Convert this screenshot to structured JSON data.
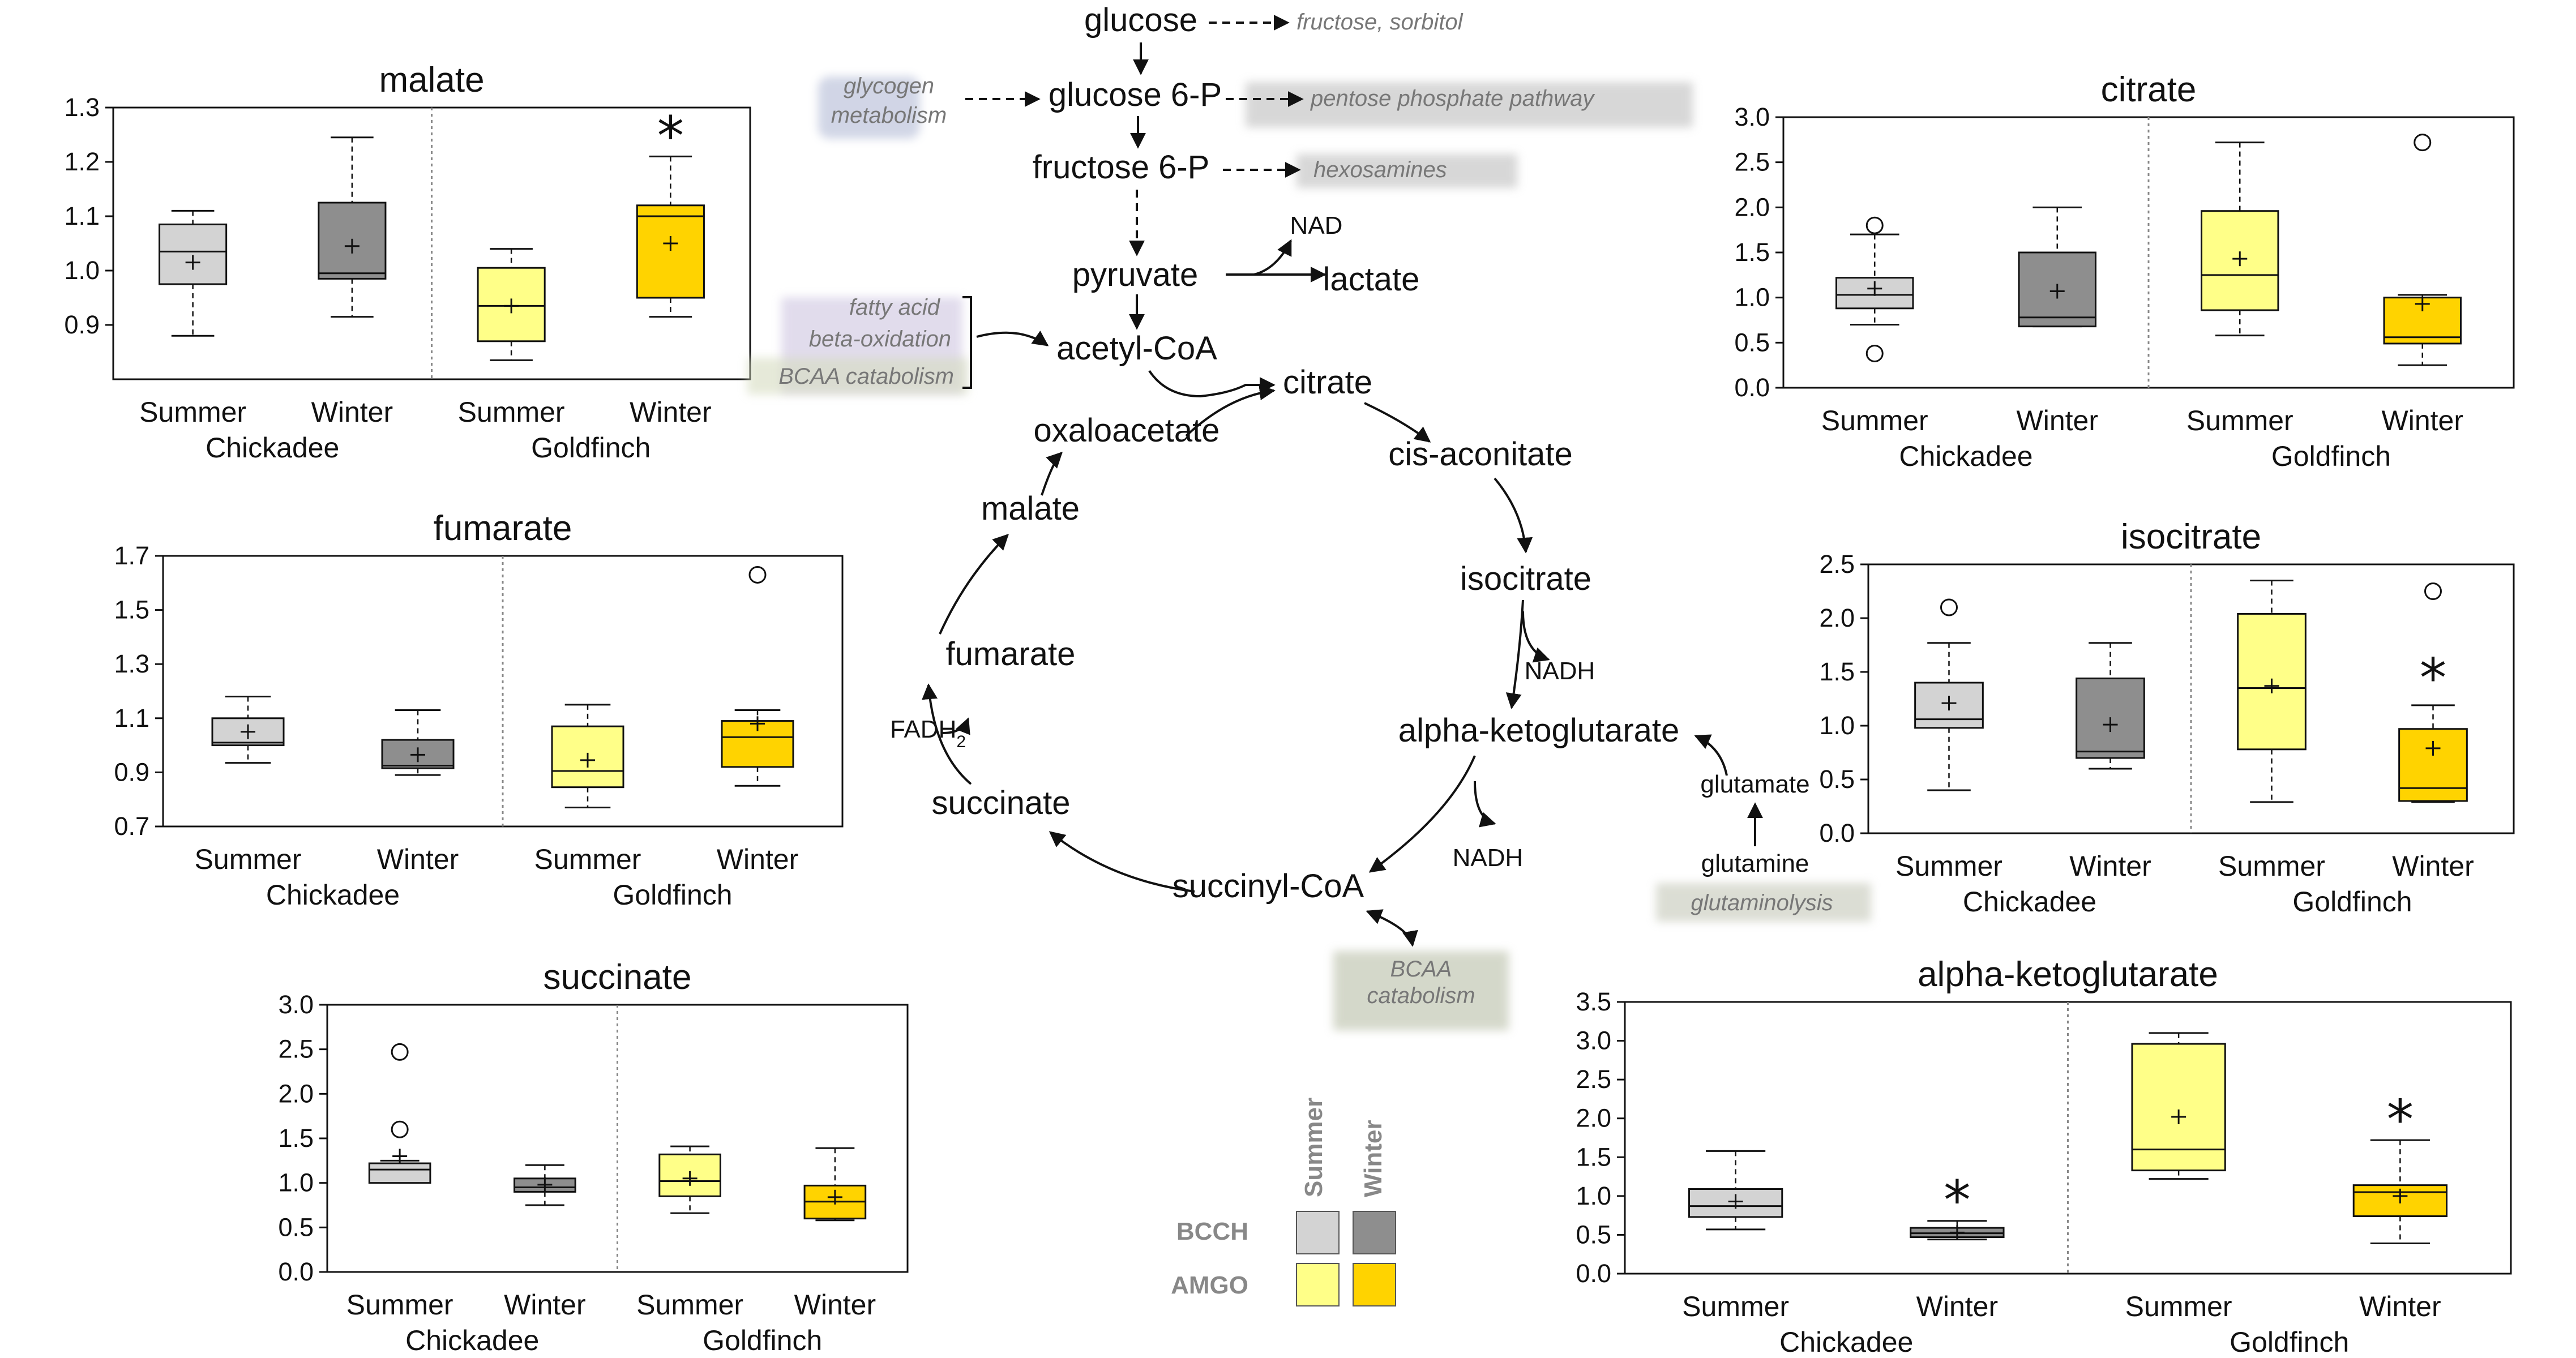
{
  "colors": {
    "chickadee_summer": "#d3d3d3",
    "chickadee_winter": "#8e8e8e",
    "goldfinch_summer": "#ffff88",
    "goldfinch_winter": "#ffd300"
  },
  "x_groups": [
    "Summer",
    "Winter",
    "Summer",
    "Winter"
  ],
  "species": [
    "Chickadee",
    "Goldfinch"
  ],
  "chart_data": [
    {
      "id": "malate",
      "type": "box",
      "title": "malate",
      "ylim": [
        0.8,
        1.3
      ],
      "yticks": [
        "0.9",
        "1.0",
        "1.1",
        "1.2",
        "1.3"
      ],
      "boxes": [
        {
          "min": 0.88,
          "q1": 0.975,
          "med": 1.035,
          "q3": 1.085,
          "max": 1.11,
          "mean": 1.015,
          "outliers": [],
          "star": false
        },
        {
          "min": 0.915,
          "q1": 0.985,
          "med": 0.995,
          "q3": 1.125,
          "max": 1.245,
          "mean": 1.045,
          "outliers": [],
          "star": false
        },
        {
          "min": 0.835,
          "q1": 0.87,
          "med": 0.935,
          "q3": 1.005,
          "max": 1.04,
          "mean": 0.935,
          "outliers": [],
          "star": false
        },
        {
          "min": 0.915,
          "q1": 0.95,
          "med": 1.1,
          "q3": 1.12,
          "max": 1.21,
          "mean": 1.05,
          "outliers": [],
          "star": true
        }
      ]
    },
    {
      "id": "fumarate",
      "type": "box",
      "title": "fumarate",
      "ylim": [
        0.7,
        1.7
      ],
      "yticks": [
        "0.7",
        "0.9",
        "1.1",
        "1.3",
        "1.5",
        "1.7"
      ],
      "boxes": [
        {
          "min": 0.935,
          "q1": 1.0,
          "med": 1.01,
          "q3": 1.1,
          "max": 1.18,
          "mean": 1.05,
          "outliers": [],
          "star": false
        },
        {
          "min": 0.89,
          "q1": 0.915,
          "med": 0.925,
          "q3": 1.02,
          "max": 1.13,
          "mean": 0.965,
          "outliers": [],
          "star": false
        },
        {
          "min": 0.77,
          "q1": 0.845,
          "med": 0.905,
          "q3": 1.07,
          "max": 1.15,
          "mean": 0.945,
          "outliers": [],
          "star": false
        },
        {
          "min": 0.85,
          "q1": 0.92,
          "med": 1.03,
          "q3": 1.09,
          "max": 1.13,
          "mean": 1.08,
          "outliers": [
            1.63
          ],
          "star": false
        }
      ]
    },
    {
      "id": "succinate",
      "type": "box",
      "title": "succinate",
      "ylim": [
        0.0,
        3.0
      ],
      "yticks": [
        "0.0",
        "0.5",
        "1.0",
        "1.5",
        "2.0",
        "2.5",
        "3.0"
      ],
      "boxes": [
        {
          "min": 1.0,
          "q1": 1.0,
          "med": 1.15,
          "q3": 1.22,
          "max": 1.25,
          "mean": 1.3,
          "outliers": [
            1.6,
            2.47
          ],
          "star": false
        },
        {
          "min": 0.75,
          "q1": 0.9,
          "med": 0.95,
          "q3": 1.05,
          "max": 1.2,
          "mean": 0.98,
          "outliers": [],
          "star": false
        },
        {
          "min": 0.66,
          "q1": 0.85,
          "med": 1.02,
          "q3": 1.32,
          "max": 1.41,
          "mean": 1.05,
          "outliers": [],
          "star": false
        },
        {
          "min": 0.58,
          "q1": 0.6,
          "med": 0.79,
          "q3": 0.97,
          "max": 1.39,
          "mean": 0.84,
          "outliers": [],
          "star": false
        }
      ]
    },
    {
      "id": "citrate",
      "type": "box",
      "title": "citrate",
      "ylim": [
        0.0,
        3.0
      ],
      "yticks": [
        "0.0",
        "0.5",
        "1.0",
        "1.5",
        "2.0",
        "2.5",
        "3.0"
      ],
      "boxes": [
        {
          "min": 0.7,
          "q1": 0.88,
          "med": 1.03,
          "q3": 1.22,
          "max": 1.7,
          "mean": 1.1,
          "outliers": [
            0.38,
            1.8
          ],
          "star": false
        },
        {
          "min": 0.68,
          "q1": 0.68,
          "med": 0.78,
          "q3": 1.5,
          "max": 2.0,
          "mean": 1.07,
          "outliers": [],
          "star": false
        },
        {
          "min": 0.58,
          "q1": 0.86,
          "med": 1.25,
          "q3": 1.96,
          "max": 2.72,
          "mean": 1.43,
          "outliers": [],
          "star": false
        },
        {
          "min": 0.25,
          "q1": 0.49,
          "med": 0.56,
          "q3": 1.0,
          "max": 1.03,
          "mean": 0.93,
          "outliers": [
            2.72
          ],
          "star": false
        }
      ]
    },
    {
      "id": "isocitrate",
      "type": "box",
      "title": "isocitrate",
      "ylim": [
        0.0,
        2.5
      ],
      "yticks": [
        "0.0",
        "0.5",
        "1.0",
        "1.5",
        "2.0",
        "2.5"
      ],
      "boxes": [
        {
          "min": 0.4,
          "q1": 0.98,
          "med": 1.06,
          "q3": 1.4,
          "max": 1.77,
          "mean": 1.21,
          "outliers": [
            2.1
          ],
          "star": false
        },
        {
          "min": 0.6,
          "q1": 0.7,
          "med": 0.76,
          "q3": 1.44,
          "max": 1.77,
          "mean": 1.01,
          "outliers": [],
          "star": false
        },
        {
          "min": 0.29,
          "q1": 0.78,
          "med": 1.35,
          "q3": 2.04,
          "max": 2.35,
          "mean": 1.37,
          "outliers": [],
          "star": false
        },
        {
          "min": 0.29,
          "q1": 0.3,
          "med": 0.42,
          "q3": 0.97,
          "max": 1.19,
          "mean": 0.79,
          "outliers": [
            2.25
          ],
          "star": true
        }
      ]
    },
    {
      "id": "akg",
      "type": "box",
      "title": "alpha-ketoglutarate",
      "ylim": [
        0.0,
        3.5
      ],
      "yticks": [
        "0.0",
        "0.5",
        "1.0",
        "1.5",
        "2.0",
        "2.5",
        "3.0",
        "3.5"
      ],
      "boxes": [
        {
          "min": 0.57,
          "q1": 0.73,
          "med": 0.87,
          "q3": 1.09,
          "max": 1.58,
          "mean": 0.93,
          "outliers": [],
          "star": false
        },
        {
          "min": 0.44,
          "q1": 0.47,
          "med": 0.52,
          "q3": 0.59,
          "max": 0.68,
          "mean": 0.53,
          "outliers": [],
          "star": true
        },
        {
          "min": 1.22,
          "q1": 1.33,
          "med": 1.6,
          "q3": 2.96,
          "max": 3.1,
          "mean": 2.02,
          "outliers": [],
          "star": false
        },
        {
          "min": 0.39,
          "q1": 0.74,
          "med": 1.05,
          "q3": 1.14,
          "max": 1.72,
          "mean": 1.0,
          "outliers": [],
          "star": true
        }
      ]
    }
  ],
  "pathway": {
    "glucose": "glucose",
    "fructose_sorbitol": "fructose, sorbitol",
    "glycogen1": "glycogen",
    "glycogen2": "metabolism",
    "glucose6p": "glucose 6-P",
    "ppp": "pentose phosphate pathway",
    "fructose6p": "fructose 6-P",
    "hexosamines": "hexosamines",
    "pyruvate": "pyruvate",
    "nad": "NAD",
    "lactate": "lactate",
    "fatty1": "fatty acid",
    "fatty2": "beta-oxidation",
    "bcaa1": "BCAA catabolism",
    "acetylcoa": "acetyl-CoA",
    "citrate": "citrate",
    "oxaloacetate": "oxaloacetate",
    "cisaconitate": "cis-aconitate",
    "malate": "malate",
    "isocitrate": "isocitrate",
    "nadh1": "NADH",
    "fumarate": "fumarate",
    "fadh": "FADH",
    "fadh_sub": "2",
    "akg": "alpha-ketoglutarate",
    "glutamate": "glutamate",
    "succinate": "succinate",
    "nadh2": "NADH",
    "glutamine": "glutamine",
    "glutaminolysis": "glutaminolysis",
    "succinylcoa": "succinyl-CoA",
    "bcaa2a": "BCAA",
    "bcaa2b": "catabolism"
  },
  "legend": {
    "summer": "Summer",
    "winter": "Winter",
    "bcch": "BCCH",
    "amgo": "AMGO"
  }
}
